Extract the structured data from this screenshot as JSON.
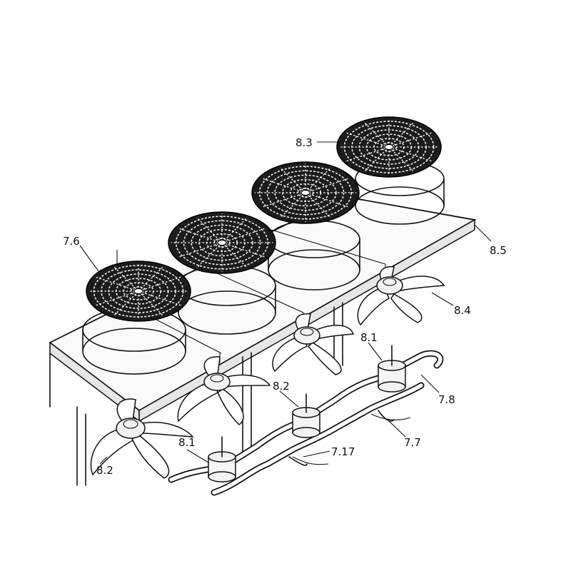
{
  "labels": {
    "l83": "8.3",
    "l76": "7.6",
    "l85": "8.5",
    "l84": "8.4",
    "l81a": "8.1",
    "l82a": "8.2",
    "l78": "7.8",
    "l77": "7.7",
    "l81b": "8.1",
    "l717": "7.17",
    "l82b": "8.2"
  }
}
